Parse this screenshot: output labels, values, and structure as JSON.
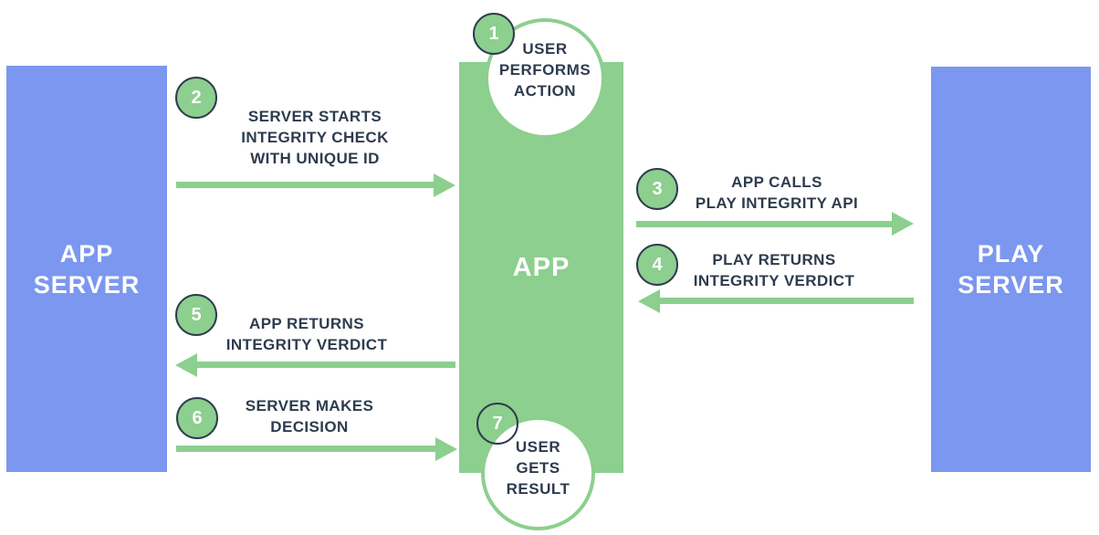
{
  "colors": {
    "node_blue": "#7C97EF",
    "green": "#8CCF8E",
    "navy_text": "#2E3B4E",
    "bubble_fill": "#FFFFFF"
  },
  "nodes": {
    "app_server": {
      "lines": [
        "APP",
        "SERVER"
      ]
    },
    "app": {
      "label": "APP"
    },
    "play_server": {
      "lines": [
        "PLAY",
        "SERVER"
      ]
    }
  },
  "steps": [
    {
      "number": "1",
      "lines": [
        "USER",
        "PERFORMS",
        "ACTION"
      ]
    },
    {
      "number": "2",
      "lines": [
        "SERVER STARTS",
        "INTEGRITY CHECK",
        "WITH UNIQUE ID"
      ]
    },
    {
      "number": "3",
      "lines": [
        "APP CALLS",
        "PLAY INTEGRITY API"
      ]
    },
    {
      "number": "4",
      "lines": [
        "PLAY RETURNS",
        "INTEGRITY VERDICT"
      ]
    },
    {
      "number": "5",
      "lines": [
        "APP RETURNS",
        "INTEGRITY VERDICT"
      ]
    },
    {
      "number": "6",
      "lines": [
        "SERVER MAKES",
        "DECISION"
      ]
    },
    {
      "number": "7",
      "lines": [
        "USER",
        "GETS",
        "RESULT"
      ]
    }
  ],
  "arrows": [
    {
      "step": "2",
      "from": "APP SERVER",
      "to": "APP",
      "direction": "right"
    },
    {
      "step": "3",
      "from": "APP",
      "to": "PLAY SERVER",
      "direction": "right"
    },
    {
      "step": "4",
      "from": "PLAY SERVER",
      "to": "APP",
      "direction": "left"
    },
    {
      "step": "5",
      "from": "APP",
      "to": "APP SERVER",
      "direction": "left"
    },
    {
      "step": "6",
      "from": "APP SERVER",
      "to": "APP",
      "direction": "right"
    }
  ]
}
